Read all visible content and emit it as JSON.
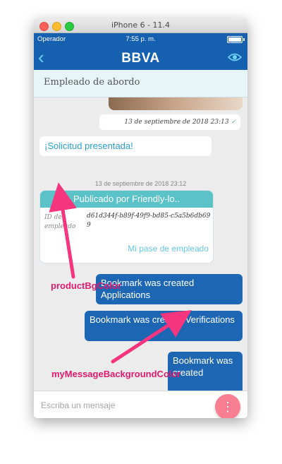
{
  "window": {
    "title": "iPhone 6 - 11.4"
  },
  "statusbar": {
    "carrier": "Operador",
    "time": "7:55 p. m."
  },
  "navbar": {
    "back_icon": "‹",
    "logo": "BBVA",
    "icon": "eye-icon"
  },
  "role_bar": {
    "text": "Empleado de abordo"
  },
  "messages": {
    "date_bubble": "13 de septiembre de 2018 23:13",
    "check_glyph": "✓",
    "solicitud": "¡Solicitud presentada!",
    "center_date": "13 de septiembre de 2018 23:12",
    "card": {
      "header": "Publicado por Friendly-lo..",
      "label": "ID de empleado",
      "id_value": "d61d344f-b89f-49f9-bd85-c5a5b6db699",
      "link": "Mi pase de empleado"
    },
    "my_messages": [
      "Bookmark was created Applications",
      "Bookmark was created Verifications",
      "Bookmark was created"
    ]
  },
  "input": {
    "placeholder": "Escriba un mensaje"
  },
  "fab": {
    "icon": "more-vertical-icon",
    "glyph": "⋮"
  },
  "annotations": {
    "label1": "productBgColor",
    "label2": "myMessageBackgroundColor"
  },
  "colors": {
    "header_blue": "#1660b0",
    "product_bg": "#5bc3c8",
    "my_message_bg": "#1d66b4",
    "annotation": "#e01a6e",
    "fab": "#f87e91"
  }
}
